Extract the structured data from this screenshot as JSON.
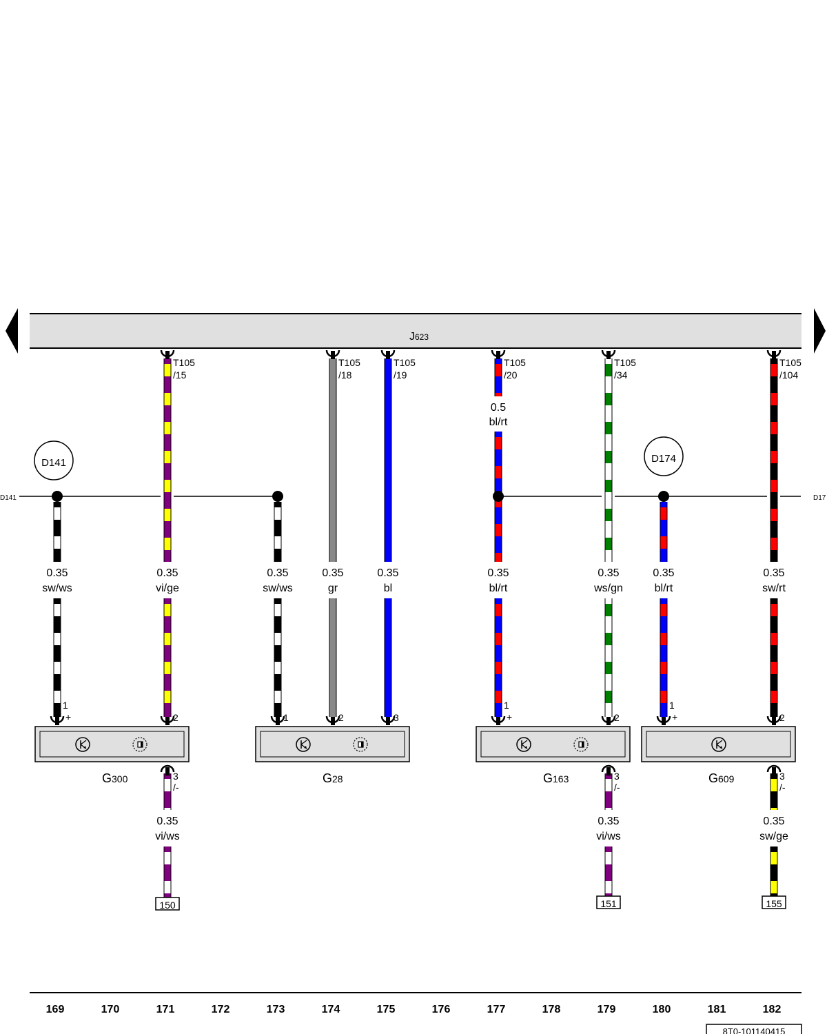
{
  "control_unit": {
    "id": "J",
    "sub": "623"
  },
  "nav": {
    "left_arrow_icon": "arrow-left-icon",
    "right_arrow_icon": "arrow-right-icon"
  },
  "wire_colors": {
    "sw": "#000000",
    "ws": "#ffffff",
    "vi": "#800080",
    "ge": "#ffff00",
    "gr": "#888888",
    "bl": "#0000ff",
    "rt": "#ff0000",
    "gn": "#008000"
  },
  "connectors": [
    {
      "key": "c15",
      "line1": "T105",
      "line2": "/15"
    },
    {
      "key": "c18",
      "line1": "T105",
      "line2": "/18"
    },
    {
      "key": "c19",
      "line1": "T105",
      "line2": "/19"
    },
    {
      "key": "c20",
      "line1": "T105",
      "line2": "/20"
    },
    {
      "key": "c34",
      "line1": "T105",
      "line2": "/34"
    },
    {
      "key": "c104",
      "line1": "T105",
      "line2": "/104"
    }
  ],
  "wire_labels": [
    {
      "key": "w177a",
      "size": "0.5",
      "color": "bl/rt"
    },
    {
      "key": "w169",
      "size": "0.35",
      "color": "sw/ws"
    },
    {
      "key": "w171",
      "size": "0.35",
      "color": "vi/ge"
    },
    {
      "key": "w173",
      "size": "0.35",
      "color": "sw/ws"
    },
    {
      "key": "w174",
      "size": "0.35",
      "color": "gr"
    },
    {
      "key": "w175",
      "size": "0.35",
      "color": "bl"
    },
    {
      "key": "w177",
      "size": "0.35",
      "color": "bl/rt"
    },
    {
      "key": "w179",
      "size": "0.35",
      "color": "ws/gn"
    },
    {
      "key": "w180",
      "size": "0.35",
      "color": "bl/rt"
    },
    {
      "key": "w182",
      "size": "0.35",
      "color": "sw/rt"
    },
    {
      "key": "w171b",
      "size": "0.35",
      "color": "vi/ws"
    },
    {
      "key": "w179b",
      "size": "0.35",
      "color": "vi/ws"
    },
    {
      "key": "w182b",
      "size": "0.35",
      "color": "sw/ge"
    }
  ],
  "splices": [
    {
      "key": "D141",
      "label": "D141"
    },
    {
      "key": "D174",
      "label": "D174"
    }
  ],
  "bus_labels": {
    "left": "D141",
    "right": "D17"
  },
  "components": [
    {
      "key": "G300",
      "id": "G",
      "sub": "300"
    },
    {
      "key": "G28",
      "id": "G",
      "sub": "28"
    },
    {
      "key": "G163",
      "id": "G",
      "sub": "163"
    },
    {
      "key": "G609",
      "id": "G",
      "sub": "609"
    }
  ],
  "pins": [
    {
      "key": "p169",
      "num": "1",
      "sign": "+"
    },
    {
      "key": "p171",
      "num": "2",
      "sign": ""
    },
    {
      "key": "p173",
      "num": "1",
      "sign": ""
    },
    {
      "key": "p174",
      "num": "2",
      "sign": ""
    },
    {
      "key": "p175",
      "num": "3",
      "sign": ""
    },
    {
      "key": "p177",
      "num": "1",
      "sign": "+"
    },
    {
      "key": "p179",
      "num": "2",
      "sign": ""
    },
    {
      "key": "p180",
      "num": "1",
      "sign": "+"
    },
    {
      "key": "p182",
      "num": "2",
      "sign": ""
    },
    {
      "key": "p171b",
      "num": "3",
      "sign": "/-"
    },
    {
      "key": "p179b",
      "num": "3",
      "sign": "/-"
    },
    {
      "key": "p182b",
      "num": "3",
      "sign": "/-"
    }
  ],
  "references": [
    {
      "key": "r150",
      "label": "150"
    },
    {
      "key": "r151",
      "label": "151"
    },
    {
      "key": "r155",
      "label": "155"
    }
  ],
  "track_numbers": [
    "169",
    "170",
    "171",
    "172",
    "173",
    "174",
    "175",
    "176",
    "177",
    "178",
    "179",
    "180",
    "181",
    "182"
  ],
  "document_id": "8T0-101140415"
}
